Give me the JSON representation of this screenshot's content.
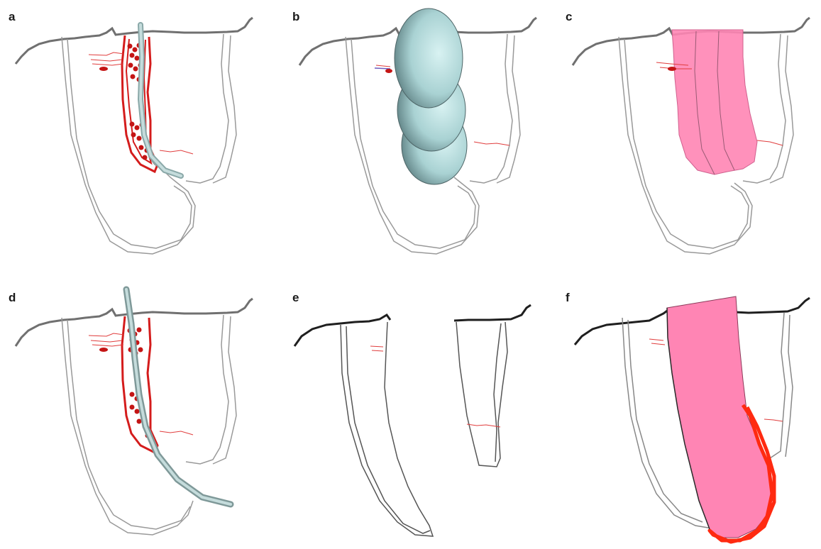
{
  "panels": [
    {
      "label": "a"
    },
    {
      "label": "b"
    },
    {
      "label": "c"
    },
    {
      "label": "d"
    },
    {
      "label": "e"
    },
    {
      "label": "f"
    }
  ],
  "colors": {
    "outline": "#8c8c8c",
    "surface": "#6e6e6e",
    "red": "#d41c1c",
    "pink": "#ff85b4",
    "needle": "#a9c4c4",
    "ellipsoid": "#b9dedf"
  }
}
